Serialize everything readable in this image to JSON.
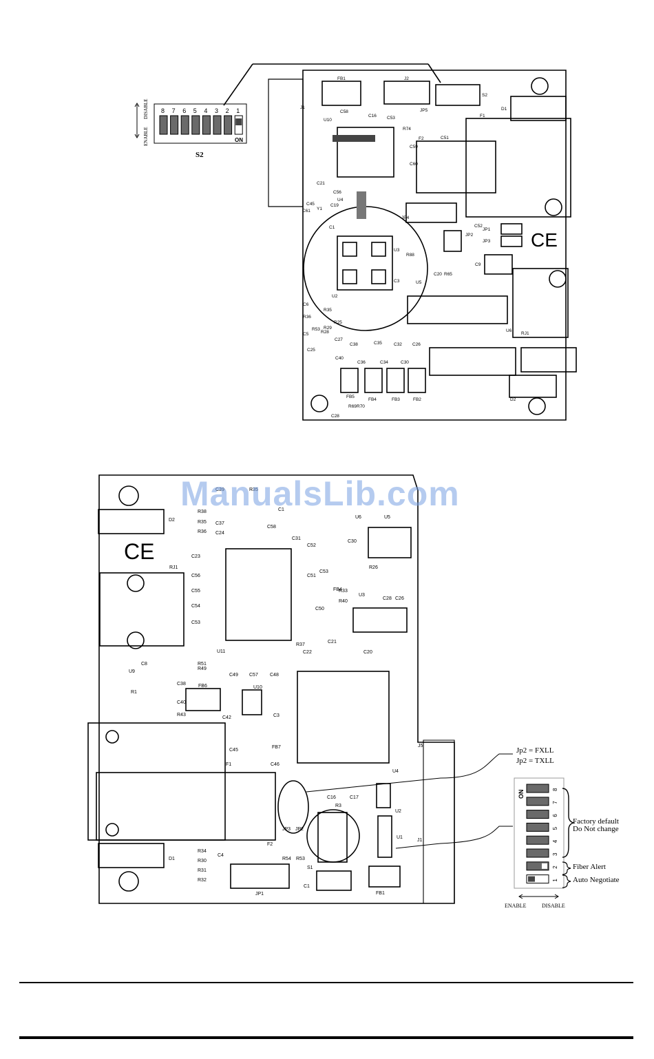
{
  "watermark": "ManualsLib.com",
  "top_board": {
    "dip_switch": {
      "name": "S2",
      "numbers": [
        "8",
        "7",
        "6",
        "5",
        "4",
        "3",
        "2",
        "1"
      ],
      "on_label": "ON",
      "enable_label": "ENABLE",
      "disable_label": "DISABLE"
    },
    "labels": [
      "FB1",
      "J2",
      "S2",
      "D1",
      "J1",
      "C58",
      "C16",
      "C53",
      "JP5",
      "R74",
      "C51",
      "F1",
      "F2",
      "U10",
      "C59",
      "C60",
      "C21",
      "C56",
      "U4",
      "Y1",
      "C45",
      "C61",
      "C19",
      "C1",
      "JP4",
      "C52",
      "JP1",
      "JP2",
      "JP3",
      "R88",
      "U3",
      "C3",
      "U5",
      "C20",
      "R65",
      "C6",
      "U2",
      "R36",
      "R35",
      "C5",
      "R53",
      "R29",
      "R25",
      "R28",
      "C27",
      "C25",
      "C38",
      "C35",
      "C32",
      "C26",
      "C40",
      "C36",
      "C34",
      "C30",
      "U6",
      "FB5",
      "FB4",
      "FB3",
      "FB2",
      "R69",
      "R70",
      "C28",
      "RJ1",
      "D2",
      "C9"
    ]
  },
  "bottom_board": {
    "labels": [
      "C39",
      "R35",
      "R38",
      "R35",
      "R36",
      "D2",
      "C37",
      "C24",
      "C58",
      "C31",
      "C1",
      "U6",
      "U5",
      "C52",
      "C30",
      "R26",
      "C28",
      "C26",
      "FB4",
      "C51",
      "C53",
      "R33",
      "R40",
      "U3",
      "C50",
      "RJ1",
      "C23",
      "C56",
      "C55",
      "C54",
      "C53",
      "R37",
      "C22",
      "C21",
      "C20",
      "U11",
      "R51",
      "R49",
      "C8",
      "C49",
      "C57",
      "C48",
      "U9",
      "R1",
      "C38",
      "C40",
      "R43",
      "FB6",
      "U10",
      "C42",
      "C3",
      "C45",
      "FB7",
      "F1",
      "C46",
      "U4",
      "J5",
      "JP3",
      "JP2",
      "R54",
      "R53",
      "C16",
      "C17",
      "R3",
      "U2",
      "U1",
      "J1",
      "S1",
      "C1",
      "FB1",
      "D1",
      "R34",
      "R30",
      "R31",
      "R32",
      "C4",
      "F2",
      "JP1"
    ],
    "jumper_notes": [
      "Jp2 = FXLL",
      "Jp2 = TXLL"
    ],
    "dip_switch": {
      "on_label": "ON",
      "numbers": [
        "8",
        "7",
        "6",
        "5",
        "4",
        "3",
        "2",
        "1"
      ],
      "factory_default": "Factory default",
      "do_not_change": "Do Not change",
      "fiber_alert": "Fiber Alert",
      "auto_negotiate": "Auto Negotiate",
      "enable_label": "ENABLE",
      "disable_label": "DISABLE"
    }
  },
  "colors": {
    "ink": "#000000",
    "switch_gray": "#6a6a6a",
    "watermark": "#78a0e1"
  }
}
